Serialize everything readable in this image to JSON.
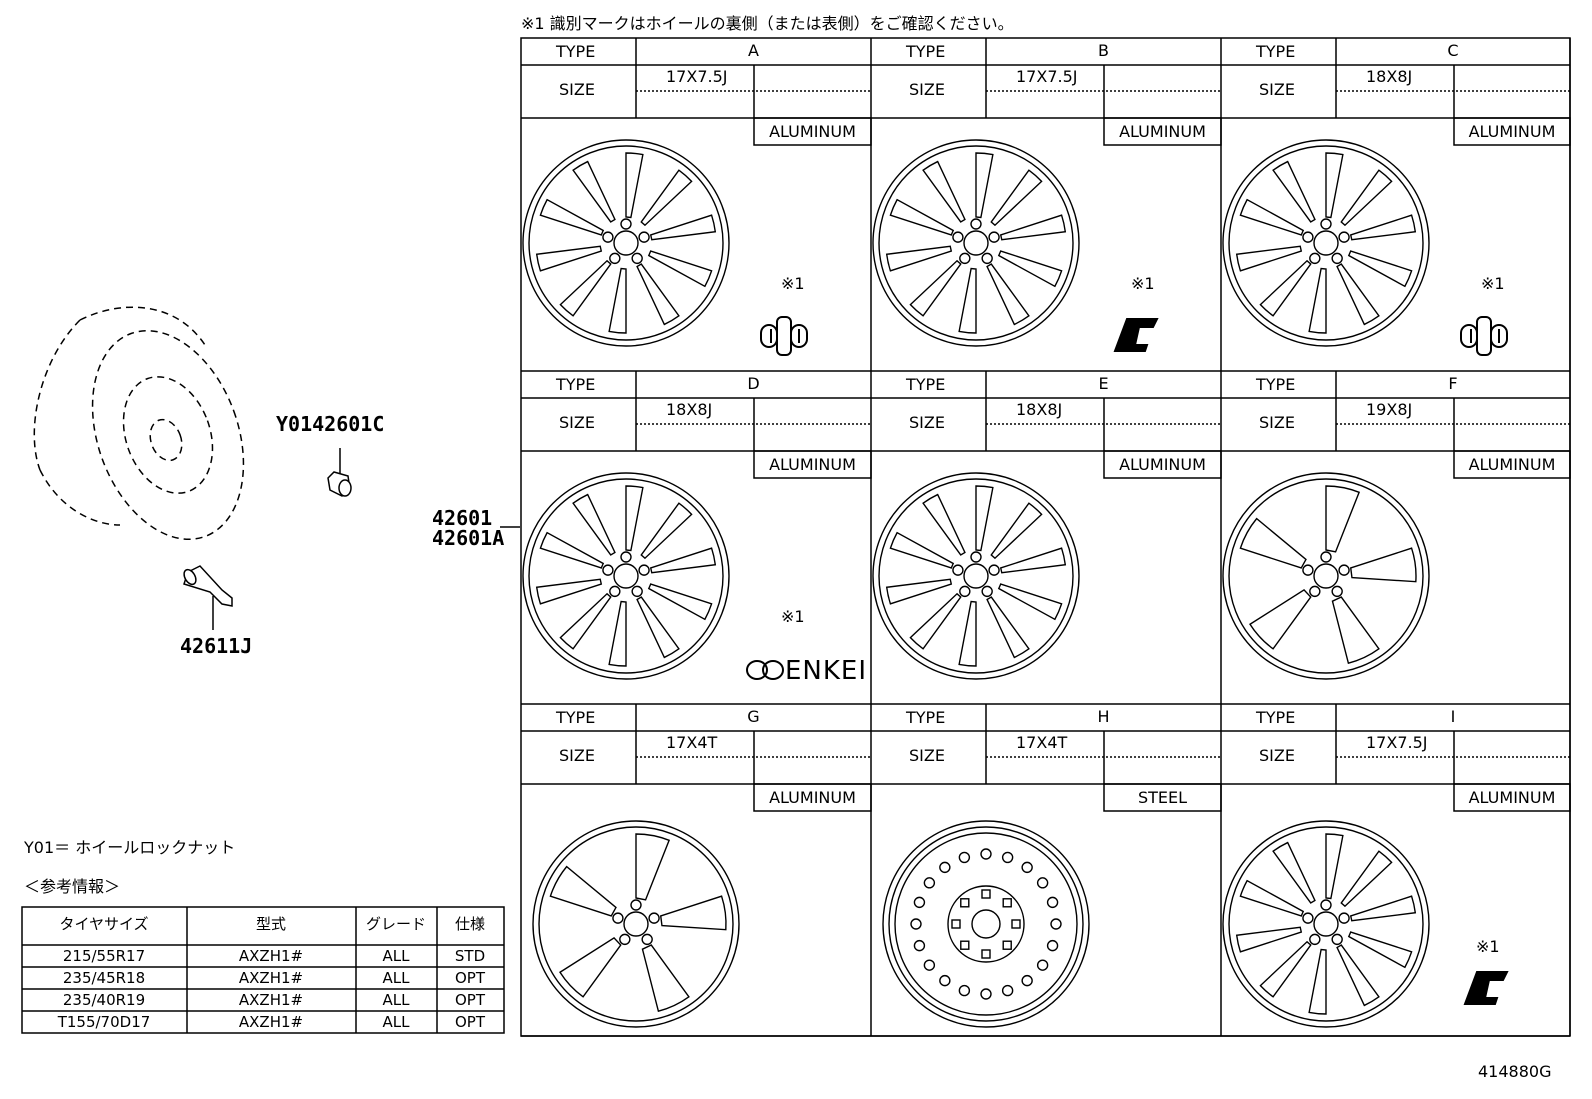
{
  "note": "※1 識別マークはホイールの裏側（または表側）をご確認ください。",
  "part_numbers": {
    "wheel": "42601",
    "wheel_alt": "42601A",
    "lock_nut": "Y0142601C",
    "valve": "42611J"
  },
  "legend": "Y01＝ ホイールロックナット",
  "reference_title": "＜参考情報＞",
  "reference_table": {
    "headers": [
      "タイヤサイズ",
      "型式",
      "グレード",
      "仕様"
    ],
    "rows": [
      [
        "215/55R17",
        "AXZH1#",
        "ALL",
        "STD"
      ],
      [
        "235/45R18",
        "AXZH1#",
        "ALL",
        "OPT"
      ],
      [
        "235/40R19",
        "AXZH1#",
        "ALL",
        "OPT"
      ],
      [
        "T155/70D17",
        "AXZH1#",
        "ALL",
        "OPT"
      ]
    ]
  },
  "labels": {
    "type": "TYPE",
    "size": "SIZE"
  },
  "wheels": [
    {
      "type": "A",
      "size": "17X7.5J",
      "material": "ALUMINUM",
      "mark": "※1",
      "icon": "bobbin-mark-icon"
    },
    {
      "type": "B",
      "size": "17X7.5J",
      "material": "ALUMINUM",
      "mark": "※1",
      "icon": "step-mark-icon"
    },
    {
      "type": "C",
      "size": "18X8J",
      "material": "ALUMINUM",
      "mark": "※1",
      "icon": "bobbin-mark-icon"
    },
    {
      "type": "D",
      "size": "18X8J",
      "material": "ALUMINUM",
      "mark": "※1",
      "icon": "enkei-logo",
      "logo_text": "ENKEI"
    },
    {
      "type": "E",
      "size": "18X8J",
      "material": "ALUMINUM",
      "mark": "",
      "icon": ""
    },
    {
      "type": "F",
      "size": "19X8J",
      "material": "ALUMINUM",
      "mark": "",
      "icon": ""
    },
    {
      "type": "G",
      "size": "17X4T",
      "material": "ALUMINUM",
      "mark": "",
      "icon": ""
    },
    {
      "type": "H",
      "size": "17X4T",
      "material": "STEEL",
      "mark": "",
      "icon": ""
    },
    {
      "type": "I",
      "size": "17X7.5J",
      "material": "ALUMINUM",
      "mark": "※1",
      "icon": "step-mark-icon"
    }
  ],
  "figure_code": "414880G"
}
